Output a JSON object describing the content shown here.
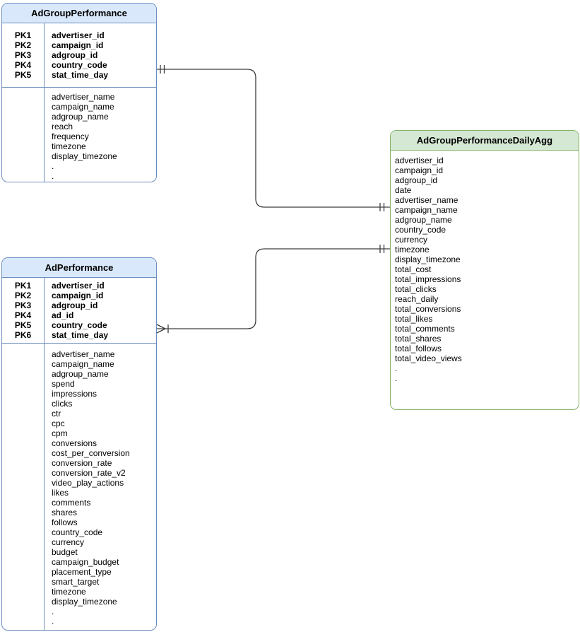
{
  "diagram": {
    "colors": {
      "blue_fill": "#dae8fc",
      "blue_stroke": "#6c8ebf",
      "green_fill": "#d5e8d4",
      "green_stroke": "#82b366",
      "line": "#3d3d3d"
    },
    "tables": [
      {
        "name": "AdGroupPerformance",
        "theme": "blue",
        "pk_rows": [
          {
            "pk": "PK1",
            "field": "advertiser_id"
          },
          {
            "pk": "PK2",
            "field": "campaign_id"
          },
          {
            "pk": "PK3",
            "field": "adgroup_id"
          },
          {
            "pk": "PK4",
            "field": "country_code"
          },
          {
            "pk": "PK5",
            "field": "stat_time_day"
          }
        ],
        "fields": [
          "advertiser_name",
          "campaign_name",
          "adgroup_name",
          "reach",
          "frequency",
          "timezone",
          "display_timezone",
          ".",
          "."
        ]
      },
      {
        "name": "AdGroupPerformanceDailyAgg",
        "theme": "green",
        "pk_rows": [],
        "fields": [
          "advertiser_id",
          "campaign_id",
          "adgroup_id",
          "date",
          "advertiser_name",
          "campaign_name",
          "adgroup_name",
          "country_code",
          "currency",
          "timezone",
          "display_timezone",
          "total_cost",
          "total_impressions",
          "total_clicks",
          "reach_daily",
          "total_conversions",
          "total_likes",
          "total_comments",
          "total_shares",
          "total_follows",
          "total_video_views",
          ".",
          "."
        ]
      },
      {
        "name": "AdPerformance",
        "theme": "blue",
        "pk_rows": [
          {
            "pk": "PK1",
            "field": "advertiser_id"
          },
          {
            "pk": "PK2",
            "field": "campaign_id"
          },
          {
            "pk": "PK3",
            "field": "adgroup_id"
          },
          {
            "pk": "PK4",
            "field": "ad_id"
          },
          {
            "pk": "PK5",
            "field": "country_code"
          },
          {
            "pk": "PK6",
            "field": "stat_time_day"
          }
        ],
        "fields": [
          "advertiser_name",
          "campaign_name",
          "adgroup_name",
          "spend",
          "impressions",
          "clicks",
          "ctr",
          "cpc",
          "cpm",
          "conversions",
          "cost_per_conversion",
          "conversion_rate",
          "conversion_rate_v2",
          "video_play_actions",
          "likes",
          "comments",
          "shares",
          "follows",
          "country_code",
          "currency",
          "budget",
          "campaign_budget",
          "placement_type",
          "smart_target",
          "timezone",
          "display_timezone",
          ".",
          "."
        ]
      }
    ],
    "relationships": [
      {
        "from": "AdGroupPerformance",
        "to": "AdGroupPerformanceDailyAgg",
        "from_cardinality": "one-and-only-one",
        "to_cardinality": "one-and-only-one"
      },
      {
        "from": "AdPerformance",
        "to": "AdGroupPerformanceDailyAgg",
        "from_cardinality": "one-or-many",
        "to_cardinality": "one-and-only-one"
      }
    ]
  }
}
